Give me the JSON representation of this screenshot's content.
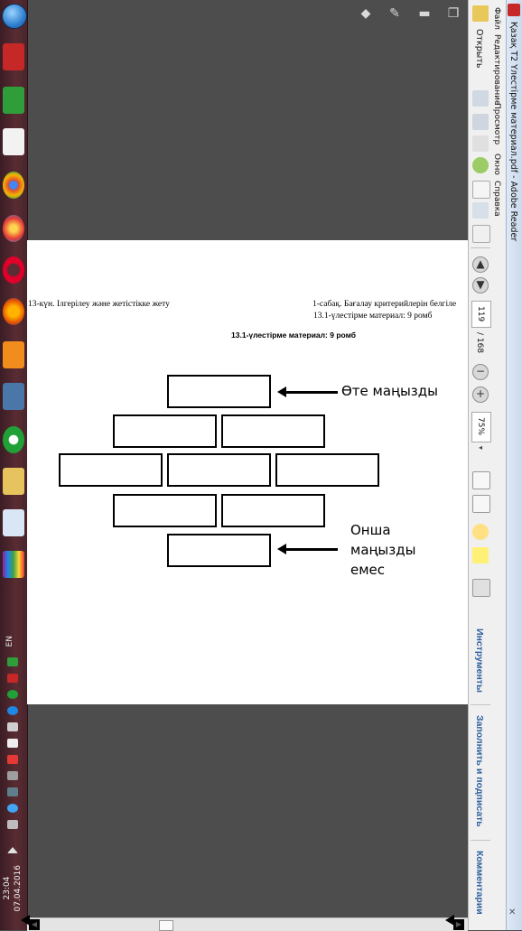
{
  "window": {
    "title": "Қазақ Т2 Үлестірме материал.pdf - Adobe Reader"
  },
  "menu": {
    "items": [
      "Файл",
      "Редактирование",
      "Просмотр",
      "Окно",
      "Справка"
    ]
  },
  "toolbar": {
    "open_label": "Открыть",
    "current_page": "119",
    "page_total": "/ 168",
    "zoom": "75%"
  },
  "side_panel": {
    "tools": "Инструменты",
    "fill_sign": "Заполнить и подписать",
    "comments": "Комментарии"
  },
  "document": {
    "header_left": "13-күн. Ілгерілеу және жетістікке жету",
    "header_right_1": "1-сабақ. Бағалау критерийлерін белгіле",
    "header_right_2": "13.1-үлестірме материал: 9 ромб",
    "subtitle": "13.1-үлестірме материал: 9 ромб",
    "label_top": "Өте маңызды",
    "label_bottom": [
      "Онша",
      "маңызды",
      "емес"
    ]
  },
  "taskbar": {
    "language": "EN",
    "time": "23:04",
    "date": "07.04.2016"
  },
  "colors": {
    "page_bg": "#ffffff",
    "viewer_bg": "#4d4d4d",
    "panel_link": "#2e5f9e"
  }
}
